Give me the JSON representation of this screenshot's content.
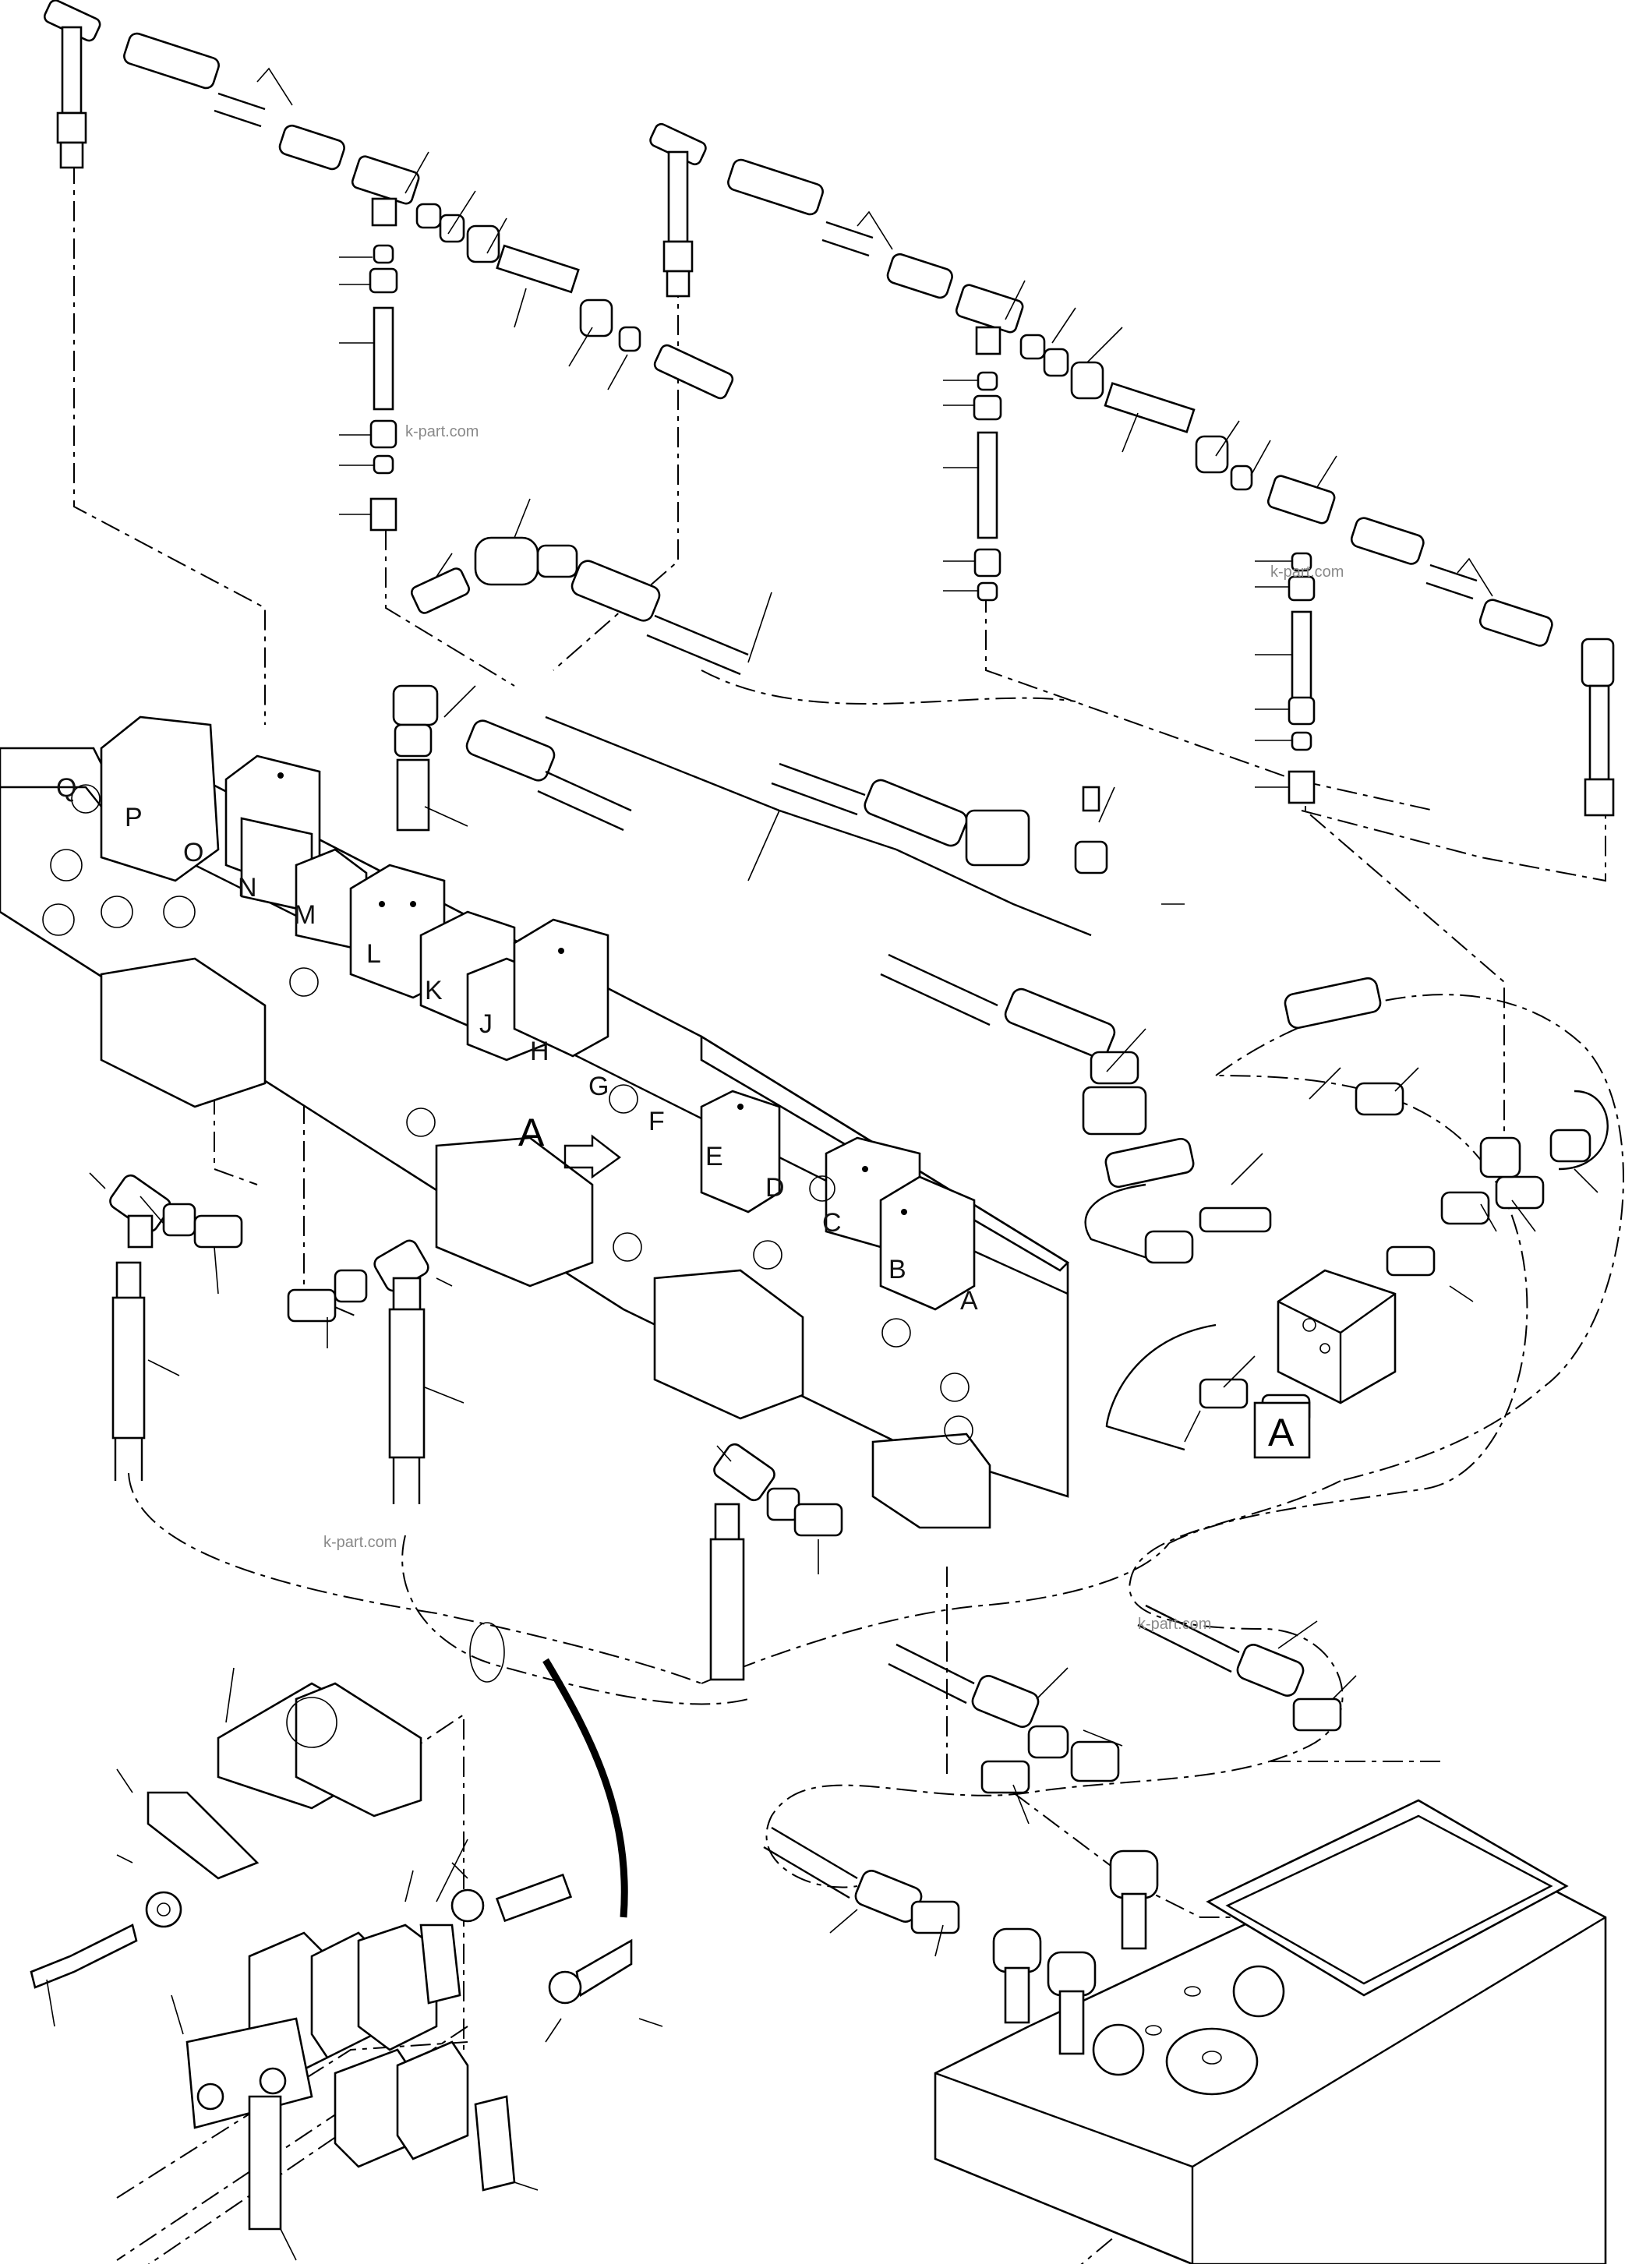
{
  "valve_labels": [
    "Q",
    "P",
    "O",
    "N",
    "M",
    "L",
    "K",
    "J",
    "H",
    "G",
    "F",
    "E",
    "D",
    "C",
    "B",
    "A"
  ],
  "view_marker": "A",
  "detail_label": "A",
  "watermark": "k-part.com"
}
